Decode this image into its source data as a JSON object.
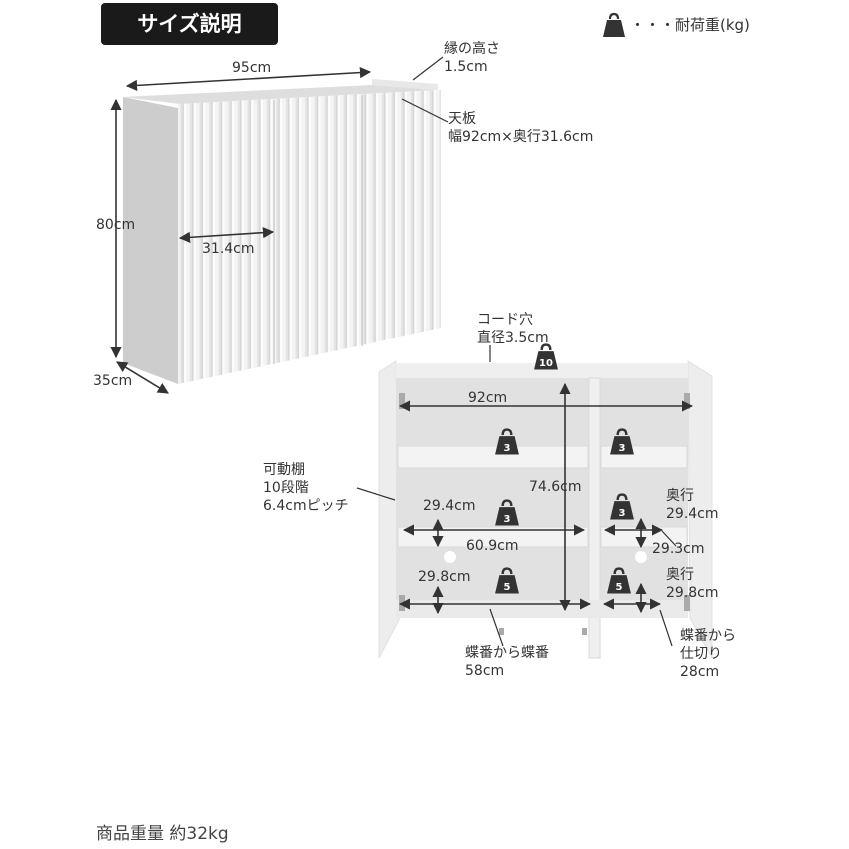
{
  "title": "サイズ説明",
  "legend": {
    "icon": "weight-bag-icon",
    "text": "・・・耐荷重(kg)"
  },
  "top_view": {
    "width": "95cm",
    "height": "80cm",
    "depth": "35cm",
    "door_width": "31.4cm",
    "edge_height": {
      "label": "縁の高さ",
      "value": "1.5cm"
    },
    "top_board": {
      "label": "天板",
      "value": "幅92cm×奥行31.6cm"
    }
  },
  "inner_view": {
    "cord_hole": {
      "label": "コード穴",
      "value": "直径3.5cm"
    },
    "inner_width": "92cm",
    "inner_height": "74.6cm",
    "adjustable_shelf": {
      "l1": "可動棚",
      "l2": "10段階",
      "l3": "6.4cmピッチ"
    },
    "shelf_height_1": "29.4cm",
    "shelf_width": "60.9cm",
    "shelf_height_2": "29.8cm",
    "right_depth_1": {
      "label": "奥行",
      "value": "29.4cm"
    },
    "right_width": "29.3cm",
    "right_depth_2": {
      "label": "奥行",
      "value": "29.8cm"
    },
    "hinge_to_hinge": {
      "label": "蝶番から蝶番",
      "value": "58cm"
    },
    "hinge_to_partition": {
      "l1": "蝶番から",
      "l2": "仕切り",
      "value": "28cm"
    },
    "loads": {
      "top": "10",
      "shelf": "3",
      "bottom": "5"
    }
  },
  "product_weight": "商品重量 約32kg"
}
